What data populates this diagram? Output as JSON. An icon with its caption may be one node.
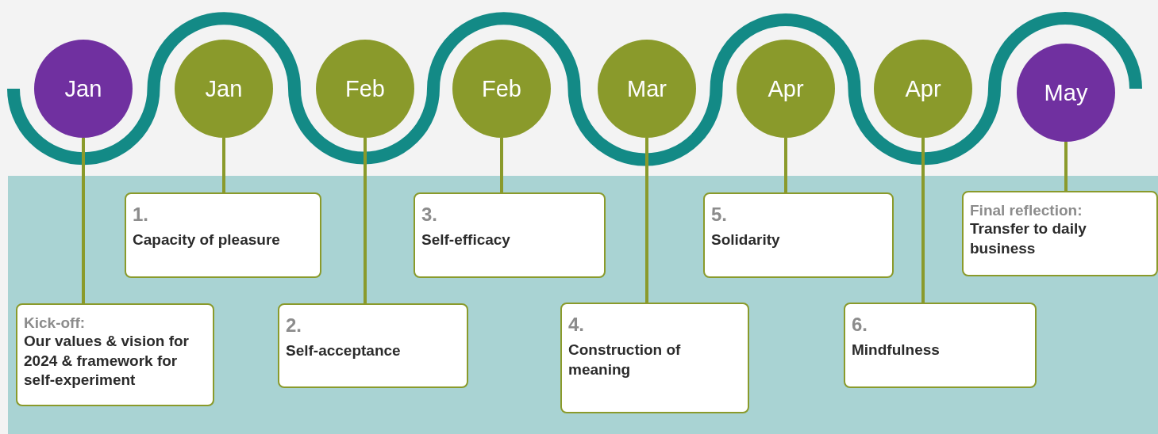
{
  "diagram": {
    "nodes": [
      {
        "text": [
          "Jan"
        ]
      },
      {
        "text": [
          "Jan"
        ]
      },
      {
        "text": [
          "Feb"
        ]
      },
      {
        "text": [
          "Feb"
        ]
      },
      {
        "text": [
          "Mar"
        ]
      },
      {
        "text": [
          "Apr"
        ]
      },
      {
        "text": [
          "Apr"
        ]
      },
      {
        "text": [
          "May"
        ]
      },
      {
        "text": [
          "Kick-off:",
          "Our values & vision for 2024 & framework for self-experiment"
        ]
      },
      {
        "text": [
          "1.",
          "Capacity of pleasure"
        ]
      },
      {
        "text": [
          "2.",
          "Self-acceptance"
        ]
      },
      {
        "text": [
          "3.",
          "Self-efficacy"
        ]
      },
      {
        "text": [
          "4.",
          "Construction of meaning"
        ]
      },
      {
        "text": [
          "5.",
          "Solidarity"
        ]
      },
      {
        "text": [
          "6.",
          "Mindfulness"
        ]
      },
      {
        "text": [
          "Final reflection:",
          "Transfer to daily business"
        ]
      }
    ],
    "edges": [
      {
        "from": 0,
        "to": 8,
        "arrow": "none"
      },
      {
        "from": 1,
        "to": 9,
        "arrow": "none"
      },
      {
        "from": 2,
        "to": 10,
        "arrow": "none"
      },
      {
        "from": 3,
        "to": 11,
        "arrow": "none"
      },
      {
        "from": 4,
        "to": 12,
        "arrow": "none"
      },
      {
        "from": 5,
        "to": 13,
        "arrow": "none"
      },
      {
        "from": 6,
        "to": 14,
        "arrow": "none"
      },
      {
        "from": 7,
        "to": 15,
        "arrow": "none"
      }
    ]
  }
}
